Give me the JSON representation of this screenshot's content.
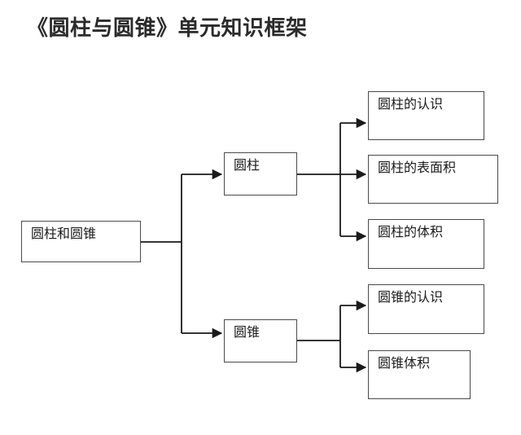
{
  "title": "《圆柱与圆锥》单元知识框架",
  "colors": {
    "background": "#ffffff",
    "box_border": "#4a4a4a",
    "connector": "#1a1a1a",
    "title_text": "#2b2b2b",
    "body_text": "#1a1a1a"
  },
  "diagram": {
    "type": "tree-flowchart",
    "orientation": "left-to-right",
    "root": {
      "id": "root",
      "label": "圆柱和圆锥"
    },
    "level1": [
      {
        "id": "cylinder",
        "label": "圆柱"
      },
      {
        "id": "cone",
        "label": "圆锥"
      }
    ],
    "level2": {
      "cylinder": [
        {
          "id": "cylinder-recognition",
          "label": "圆柱的认识"
        },
        {
          "id": "cylinder-surface-area",
          "label": "圆柱的表面积"
        },
        {
          "id": "cylinder-volume",
          "label": "圆柱的体积"
        }
      ],
      "cone": [
        {
          "id": "cone-recognition",
          "label": "圆锥的认识"
        },
        {
          "id": "cone-volume",
          "label": "圆锥体积"
        }
      ]
    }
  }
}
